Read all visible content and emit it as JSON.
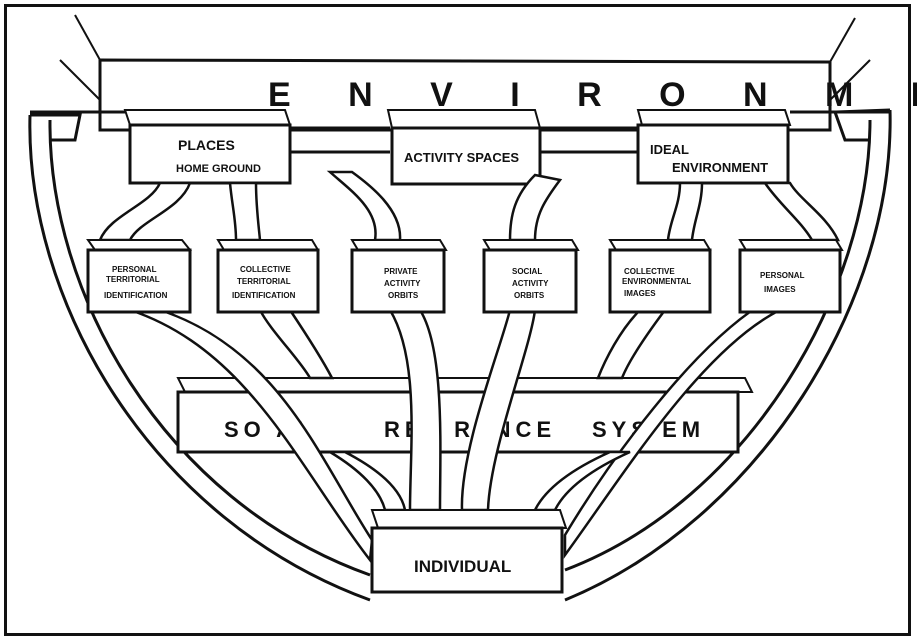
{
  "diagram": {
    "environment": "E N V I R O N M E N T",
    "places": {
      "title": "PLACES",
      "subtitle": "HOME GROUND"
    },
    "activity_spaces": "ACTIVITY SPACES",
    "ideal_environment": {
      "line1": "IDEAL",
      "line2": "ENVIRONMENT"
    },
    "mid_boxes": [
      {
        "lines": [
          "PERSONAL",
          "TERRITORIAL",
          "IDENTIFICATION"
        ]
      },
      {
        "lines": [
          "COLLECTIVE",
          "TERRITORIAL",
          "IDENTIFICATION"
        ]
      },
      {
        "lines": [
          "PRIVATE",
          "ACTIVITY",
          "ORBITS"
        ]
      },
      {
        "lines": [
          "SOCIAL",
          "ACTIVITY",
          "ORBITS"
        ]
      },
      {
        "lines": [
          "COLLECTIVE",
          "ENVIRONMENTAL",
          "IMAGES"
        ]
      },
      {
        "lines": [
          "PERSONAL",
          "IMAGES"
        ]
      }
    ],
    "social_reference": {
      "word1": "SO  AL",
      "word2": "REF    RENCE",
      "word3": "SYS  EM"
    },
    "individual": "INDIVIDUAL"
  }
}
